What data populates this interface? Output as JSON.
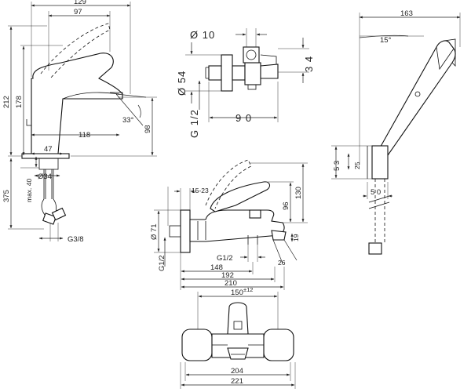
{
  "basin_mixer": {
    "dims": {
      "width_129": "129",
      "width_97": "97",
      "height_212": "212",
      "height_178": "178",
      "reach_118": "118",
      "angle_33": "33°",
      "height_98": "98",
      "base_47": "47",
      "max_40": "max. 40",
      "below_375": "375",
      "dia_34": "Ø34",
      "thread_g38": "G3/8"
    }
  },
  "angle_valve": {
    "dims": {
      "dia_10": "Ø 10",
      "dia_54": "Ø 54",
      "h_34": "3 4",
      "len_90": "9 0",
      "thread_g12": "G 1/2"
    }
  },
  "shower_set": {
    "dims": {
      "width_163": "163",
      "angle_15": "15°",
      "height_53": "5 3",
      "height_25": "25",
      "width_50": "5 0"
    }
  },
  "bath_mixer": {
    "dims": {
      "range_1523": "15-23",
      "height_130": "130",
      "height_96": "96",
      "dia_71": "Ø 71",
      "thread_g12_side": "G1/2",
      "thread_g12_bottom": "G1/2",
      "dim_19": "19",
      "dim_26": "26",
      "len_148": "148",
      "len_192": "192",
      "len_210": "210"
    }
  },
  "bath_front": {
    "dims": {
      "width_150": "150",
      "tol_150": "±12",
      "width_204": "204",
      "width_221": "221"
    }
  }
}
